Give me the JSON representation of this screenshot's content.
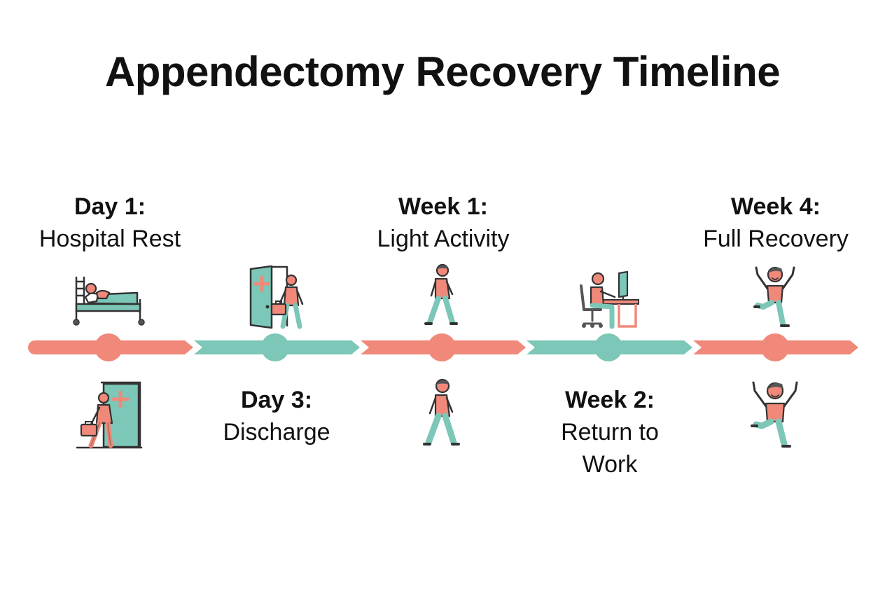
{
  "title": "Appendectomy Recovery Timeline",
  "colors": {
    "coral": "#F0897A",
    "teal": "#7CC7B7",
    "outline": "#333333"
  },
  "milestones": [
    {
      "head": "Day 1:",
      "sub": "Hospital Rest",
      "position": "above",
      "color": "coral",
      "icons": [
        "hospital-bed-icon",
        "exit-door-icon"
      ]
    },
    {
      "head": "Day 3:",
      "sub": "Discharge",
      "position": "below",
      "color": "teal",
      "icons": [
        "door-exit-briefcase-icon"
      ]
    },
    {
      "head": "Week 1:",
      "sub": "Light Activity",
      "position": "above",
      "color": "coral",
      "icons": [
        "walking-person-icon",
        "walking-person-icon"
      ]
    },
    {
      "head": "Week 2:",
      "sub": "Return to Work",
      "position": "below",
      "color": "teal",
      "icons": [
        "desk-worker-icon"
      ]
    },
    {
      "head": "Week 4:",
      "sub": "Full Recovery",
      "position": "above",
      "color": "coral",
      "icons": [
        "jumping-person-icon",
        "jumping-person-icon"
      ]
    }
  ]
}
